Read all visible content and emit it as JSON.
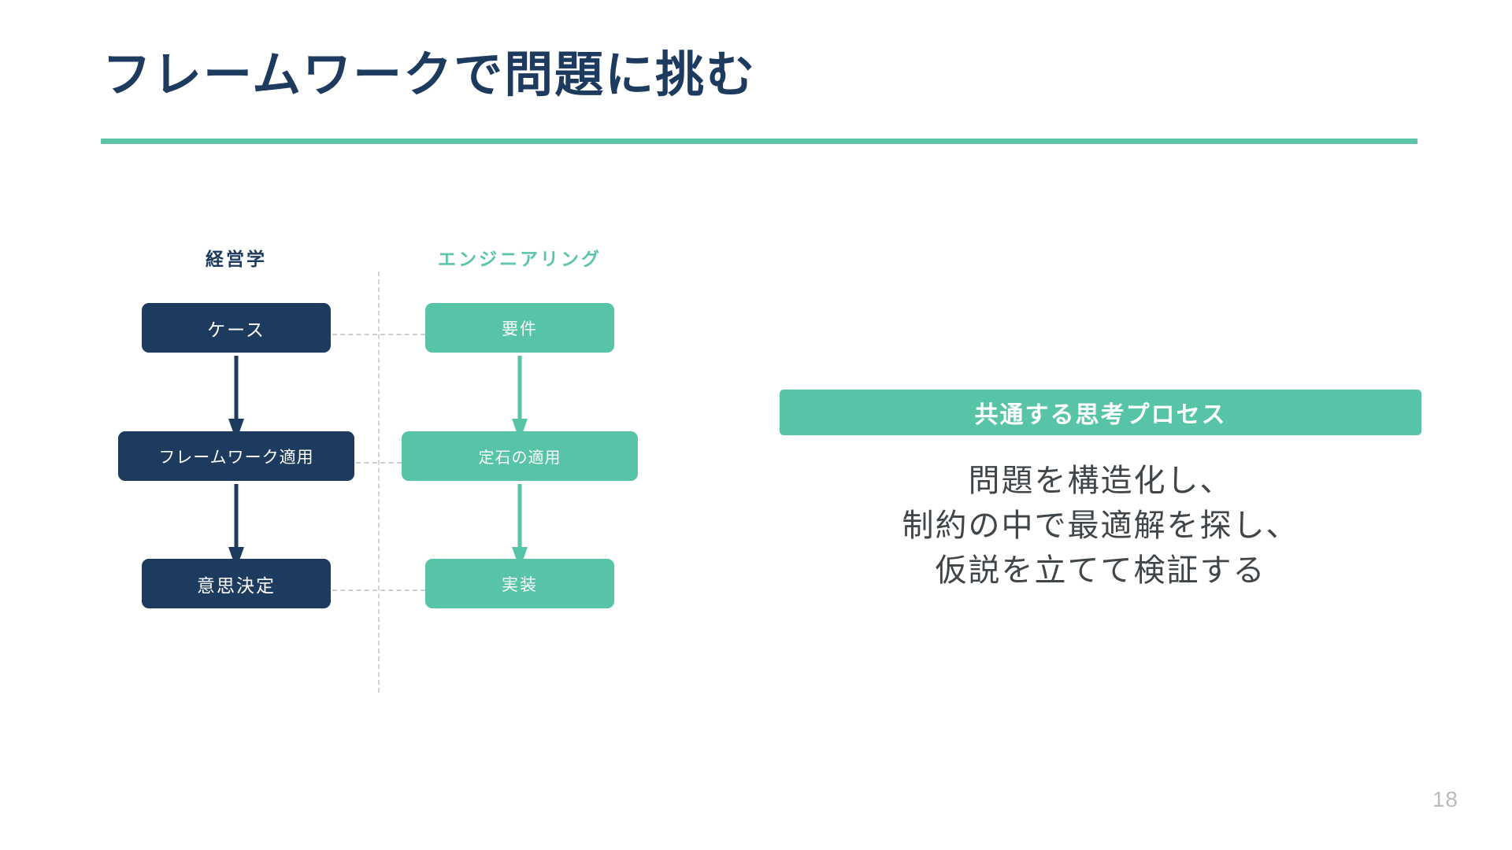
{
  "slide": {
    "title": "フレームワークで問題に挑む",
    "page_number": "18",
    "accent_green": "#57c3a7",
    "accent_navy": "#1d3a5f",
    "rule_color": "#5bc4ab",
    "body_text_color": "#3f4549",
    "page_number_color": "#b9bcbe",
    "background": "#ffffff"
  },
  "diagram": {
    "columns": [
      {
        "key": "management",
        "label": "経営学",
        "color": "#1d3a5f"
      },
      {
        "key": "engineering",
        "label": "エンジニアリング",
        "color": "#5bc4ab"
      }
    ],
    "rows": [
      {
        "management": "ケース",
        "engineering": "要件"
      },
      {
        "management": "フレームワーク適用",
        "engineering": "定石の適用"
      },
      {
        "management": "意思決定",
        "engineering": "実装"
      }
    ]
  },
  "panel": {
    "banner": "共通する思考プロセス",
    "lines": [
      "問題を構造化し、",
      "制約の中で最適解を探し、",
      "仮説を立てて検証する"
    ]
  }
}
